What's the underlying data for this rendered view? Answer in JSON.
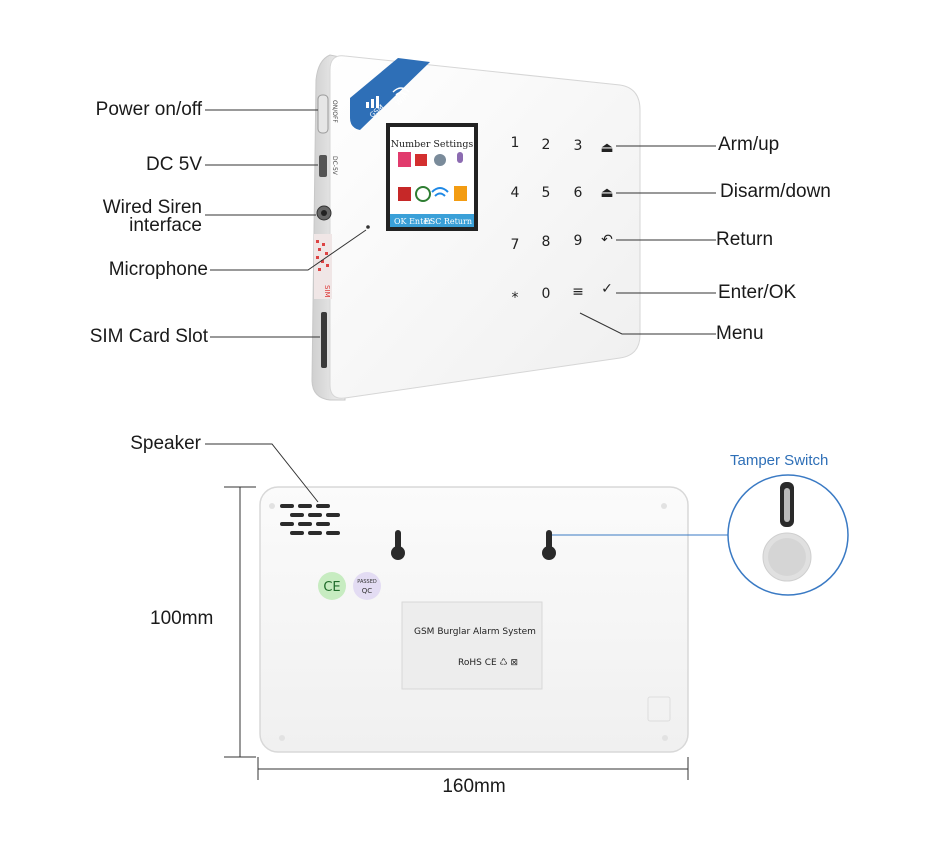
{
  "front": {
    "labels": {
      "power": "Power on/off",
      "dc": "DC 5V",
      "siren_1": "Wired Siren",
      "siren_2": "interface",
      "microphone": "Microphone",
      "sim_slot": "SIM Card Slot",
      "arm": "Arm/up",
      "disarm": "Disarm/down",
      "return": "Return",
      "enter": "Enter/OK",
      "menu": "Menu"
    },
    "badge": {
      "gsm": "GSM",
      "wifi": "WIFI"
    },
    "side_text": {
      "onoff": "ON/OFF",
      "dc5v": "DC-5V",
      "sim": "SIM"
    },
    "screen": {
      "title": "Number Settings",
      "ok": "OK Enter",
      "esc": "ESC Return"
    },
    "keypad": {
      "keys": [
        "1",
        "2",
        "3",
        "⏏",
        "4",
        "5",
        "6",
        "⏏",
        "7",
        "8",
        "9",
        "↶",
        "*",
        "0",
        "≡",
        "✓"
      ]
    }
  },
  "back": {
    "labels": {
      "speaker": "Speaker",
      "tamper": "Tamper Switch",
      "height": "100mm",
      "width": "160mm"
    },
    "sticker": {
      "ce": "CE",
      "qc_1": "PASSED",
      "qc_2": "QC",
      "title": "GSM Burglar Alarm System",
      "marks": "RoHS  CE  ♺  ⊠"
    }
  },
  "colors": {
    "badge": "#2e6fb7",
    "tamper_label": "#2e6fb7",
    "device_body": "#f4f4f4",
    "screen_footer": "#3aa0d8"
  }
}
